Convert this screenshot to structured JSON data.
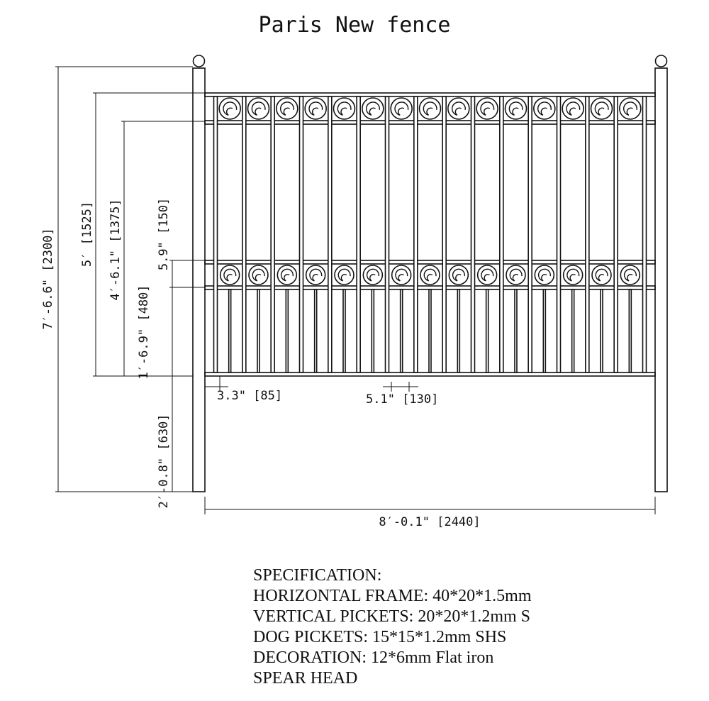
{
  "title": "Paris New fence",
  "dimensions": {
    "total_height": "7′-6.6\" [2300]",
    "panel_height": "5′ [1525]",
    "upper_height": "4′-6.1\" [1375]",
    "scroll_band": "5.9\" [150]",
    "lower_height": "1′-6.9\" [480]",
    "ground_clearance": "2′-0.8\" [630]",
    "end_gap": "3.3\" [85]",
    "picket_spacing": "5.1\" [130]",
    "panel_width": "8′-0.1\" [2440]"
  },
  "specification": {
    "heading": "SPECIFICATION:",
    "lines": [
      "HORIZONTAL FRAME: 40*20*1.5mm",
      "VERTICAL PICKETS: 20*20*1.2mm S",
      "DOG PICKETS: 15*15*1.2mm SHS",
      "DECORATION: 12*6mm Flat iron",
      "SPEAR HEAD"
    ]
  }
}
